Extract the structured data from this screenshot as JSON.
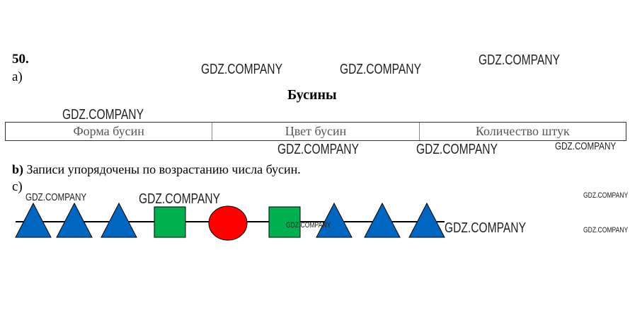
{
  "exercise_number": "50.",
  "part_a": {
    "label": "a)",
    "table_title": "Бусины",
    "columns": [
      "Форма бусин",
      "Цвет бусин",
      "Количество штук"
    ]
  },
  "part_b": {
    "label": "b)",
    "text": "Записи упорядочены по возрастанию числа бусин."
  },
  "part_c": {
    "label": "c)",
    "beads": [
      {
        "shape": "triangle",
        "color": "#0066c0"
      },
      {
        "shape": "triangle",
        "color": "#0066c0"
      },
      {
        "shape": "triangle",
        "color": "#0066c0"
      },
      {
        "shape": "square",
        "color": "#00b050"
      },
      {
        "shape": "circle",
        "color": "#ff0000"
      },
      {
        "shape": "square",
        "color": "#00b050"
      },
      {
        "shape": "triangle",
        "color": "#0066c0"
      },
      {
        "shape": "triangle",
        "color": "#0066c0"
      },
      {
        "shape": "triangle",
        "color": "#0066c0"
      }
    ]
  },
  "watermark": "GDZ.COMPANY"
}
